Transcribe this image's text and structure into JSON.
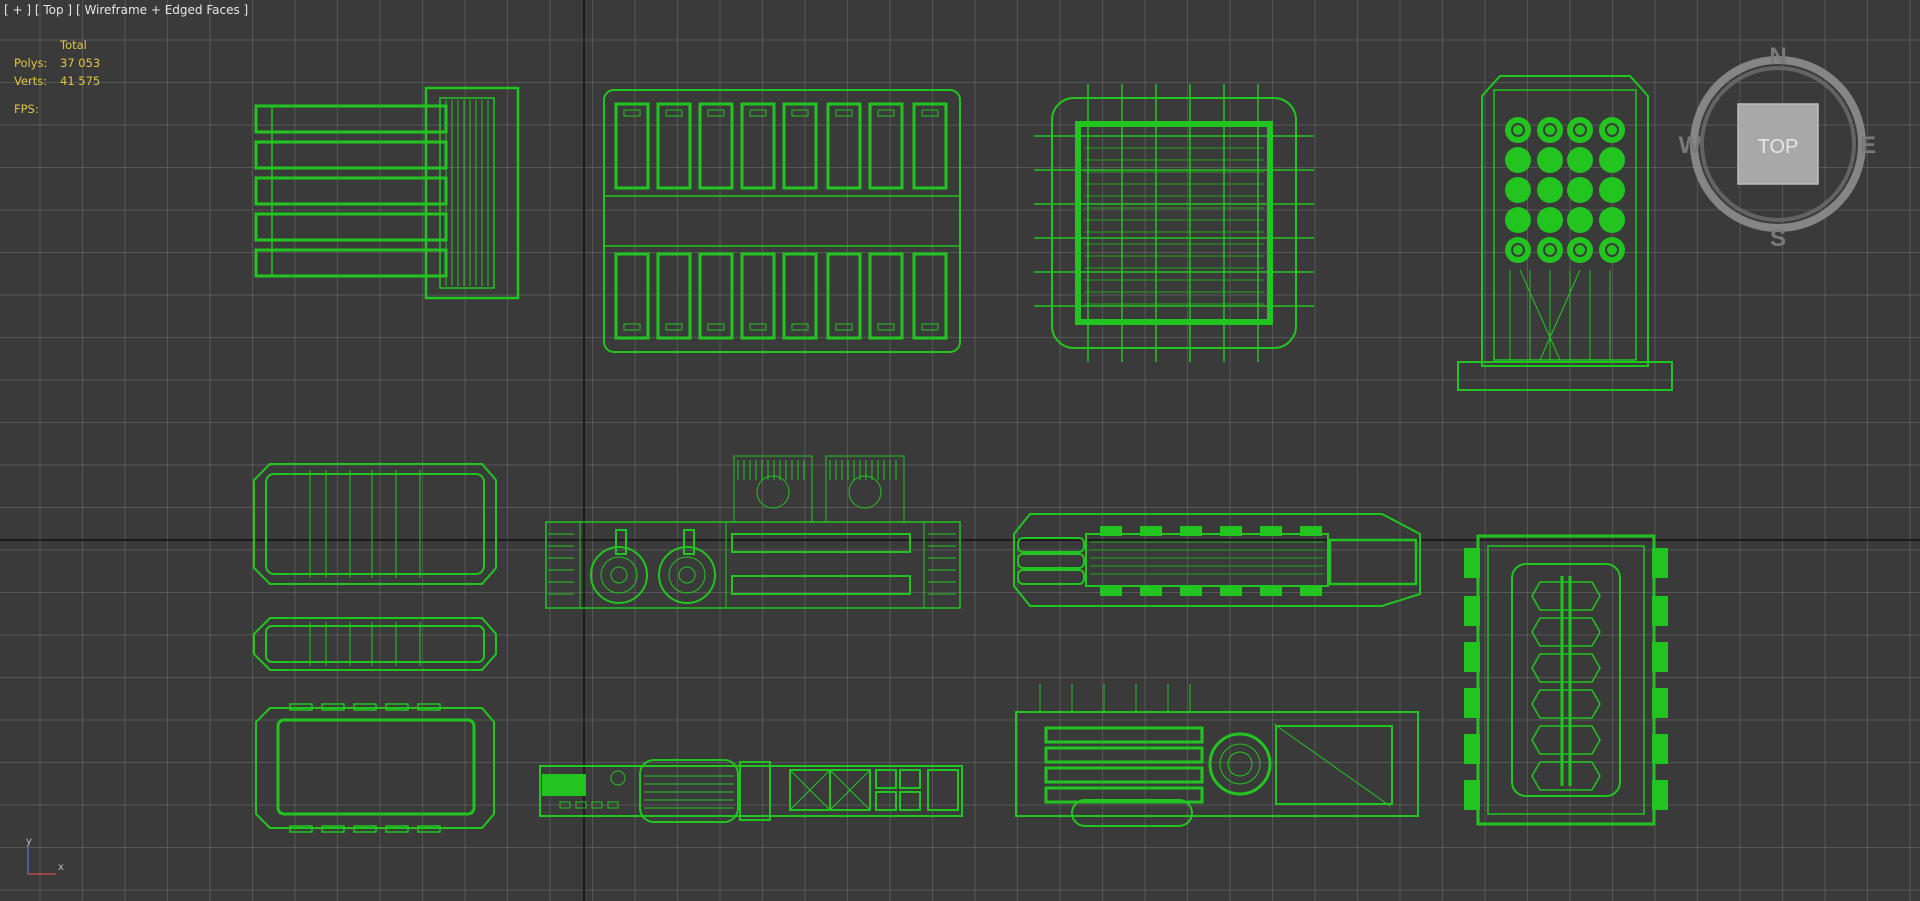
{
  "viewport": {
    "label_plus": "[ + ]",
    "label_view": "[ Top ]",
    "label_mode": "[ Wireframe + Edged Faces ]"
  },
  "stats": {
    "header": "Total",
    "polys_label": "Polys:",
    "polys_value": "37 053",
    "verts_label": "Verts:",
    "verts_value": "41 575",
    "fps_label": "FPS:"
  },
  "viewcube": {
    "face_label": "TOP",
    "north": "N",
    "south": "S",
    "east": "E",
    "west": "W"
  },
  "axis_gizmo": {
    "y_label": "y",
    "x_label": "x"
  },
  "colors": {
    "background": "#3a3a3a",
    "grid": "#595959",
    "wireframe": "#22c51f",
    "stats_text": "#e0c640"
  }
}
